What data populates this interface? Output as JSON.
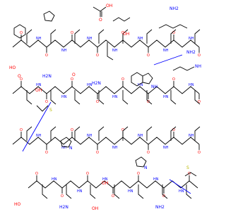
{
  "colors": {
    "bond": "#000000",
    "oxygen": "#ff0000",
    "nitrogen": "#0000ff",
    "sulfur": "#b8b800",
    "crosslink": "#0000ff",
    "background": "#ffffff"
  },
  "labels": {
    "acetate_OH": "OH",
    "acetate_O": "O",
    "oxygen": "O",
    "hydroxyl": "OH",
    "hydroxyl_rev": "HO",
    "amine": "NH2",
    "amine_rev": "H2N",
    "amide_nh": "NH",
    "amide_nh_rev": "HN",
    "imine": "NH",
    "nitrogen": "N",
    "sulfur": "S",
    "ring_n": "N",
    "ring_nh": "NH"
  }
}
